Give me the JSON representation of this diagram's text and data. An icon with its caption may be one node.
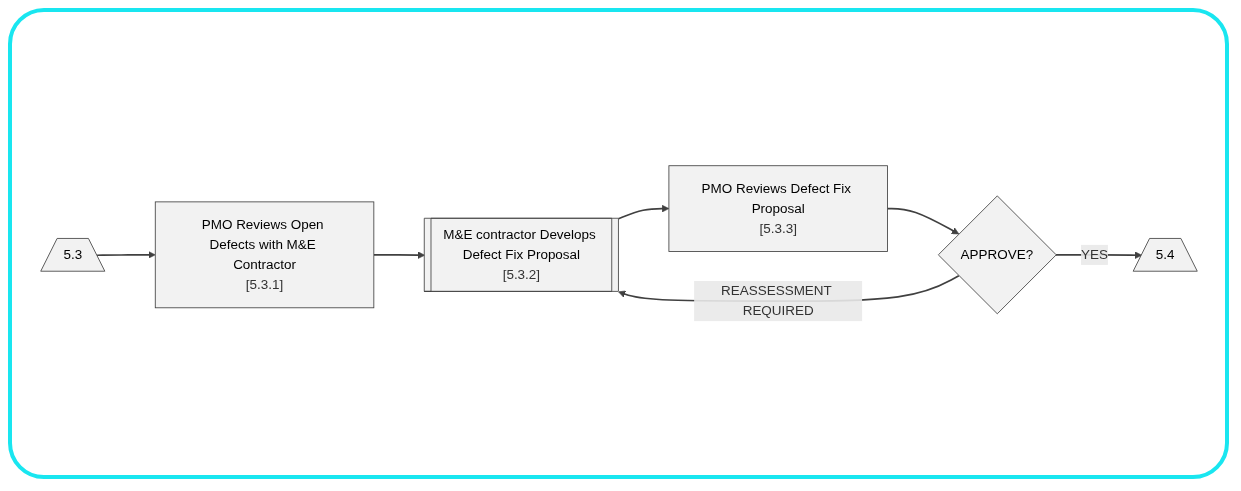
{
  "diagram": {
    "nodes": [
      {
        "text": [
          "5.3"
        ]
      },
      {
        "text": [
          "PMO Reviews Open Defects with M&E Contractor",
          "[5.3.1]"
        ]
      },
      {
        "text": [
          "M&E contractor Develops Defect Fix Proposal",
          "[5.3.2]"
        ]
      },
      {
        "text": [
          "PMO Reviews Defect Fix Proposal",
          "[5.3.3]"
        ]
      },
      {
        "text": [
          "APPROVE?"
        ]
      },
      {
        "text": [
          "5.4"
        ]
      }
    ],
    "edges": [
      {
        "from": 0,
        "to": 1,
        "arrow": "to"
      },
      {
        "from": 1,
        "to": 2,
        "arrow": "to"
      },
      {
        "from": 2,
        "to": 3,
        "arrow": "to"
      },
      {
        "from": 3,
        "to": 4,
        "arrow": "to"
      },
      {
        "from": 4,
        "to": 5,
        "label": "YES",
        "arrow": "to"
      },
      {
        "from": 4,
        "to": 2,
        "label": "REASSESSMENT REQUIRED",
        "arrow": "to"
      }
    ]
  }
}
